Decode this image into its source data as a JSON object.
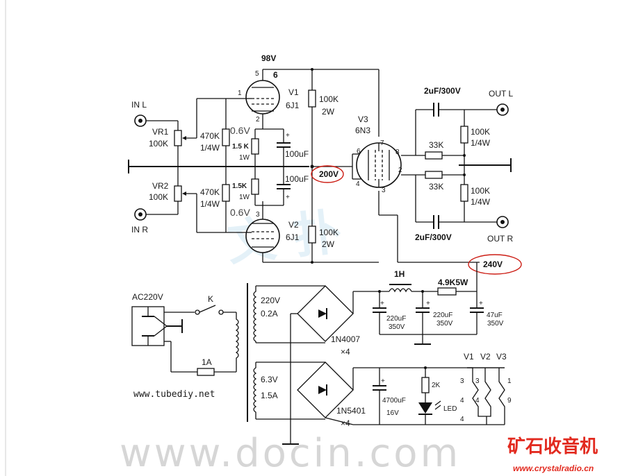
{
  "labels": {
    "v98": "98V",
    "pin5": "5",
    "pin6": "6",
    "pin1": "1",
    "pin2": "2",
    "pin3": "3",
    "v1": "V1",
    "v1_type": "6J1",
    "v2": "V2",
    "v2_type": "6J1",
    "v3": "V3",
    "v3_type": "6N3",
    "v3_pin7": "7",
    "v3_pin6": "6",
    "v3_pin8": "8",
    "v3_pin2": "2",
    "v3_pin4": "4",
    "v3_pin3": "3",
    "in_l": "IN L",
    "in_r": "IN R",
    "vr1": "VR1",
    "vr1_val": "100K",
    "vr2": "VR2",
    "vr2_val": "100K",
    "r470k_1": "470K",
    "r470k_1_w": "1/4W",
    "r470k_2": "470K",
    "r470k_2_w": "1/4W",
    "v06_top": "0.6V",
    "v06_bot": "0.6V",
    "r15k_1": "1.5 K",
    "r15k_1_w": "1W",
    "r15k_2": "1.5K",
    "r15k_2_w": "1W",
    "c100u_1": "100uF",
    "c100u_2": "100uF",
    "r100k_top": "100K",
    "r100k_top_w": "2W",
    "r100k_bot": "100K",
    "r100k_bot_w": "2W",
    "v200": "200V",
    "v240": "240V",
    "c2u_top": "2uF/300V",
    "c2u_bot": "2uF/300V",
    "r33k_1": "33K",
    "r33k_2": "33K",
    "r100k_out1": "100K",
    "r100k_out1_w": "1/4W",
    "r100k_out2": "100K",
    "r100k_out2_w": "1/4W",
    "out_l": "OUT L",
    "out_r": "OUT R",
    "ac220": "AC220V",
    "switch_k": "K",
    "fuse": "1A",
    "site": "www.tubediy.net",
    "t_220": "220V",
    "t_02a": "0.2A",
    "t_63": "6.3V",
    "t_15a": "1.5A",
    "bridge1": "1N4007",
    "bridge1_n": "×4",
    "bridge2": "1N5401",
    "bridge2_n": "×4",
    "choke": "1H",
    "r49k": "4.9K5W",
    "c220_1": "220uF",
    "c220_1_v": "350V",
    "c220_2": "220uF",
    "c220_2_v": "350V",
    "c47": "47uF",
    "c47_v": "350V",
    "c4700": "4700uF",
    "c4700_v": "16V",
    "r2k": "2K",
    "led": "LED",
    "hv1": "V1",
    "hv2": "V2",
    "hv3": "V3",
    "h3a": "3",
    "h4a": "4",
    "h3b": "3",
    "h4b": "4",
    "h1": "1",
    "h9": "9",
    "h4c": "4",
    "plus": "+"
  },
  "watermarks": {
    "docin": "www.docin.com",
    "brand": "矿石收音机",
    "brand_url": "www.crystalradio.cn"
  },
  "colors": {
    "annotation": "#cc1d14",
    "ink": "#111111",
    "watermark_blue": "#cfe6f3"
  }
}
